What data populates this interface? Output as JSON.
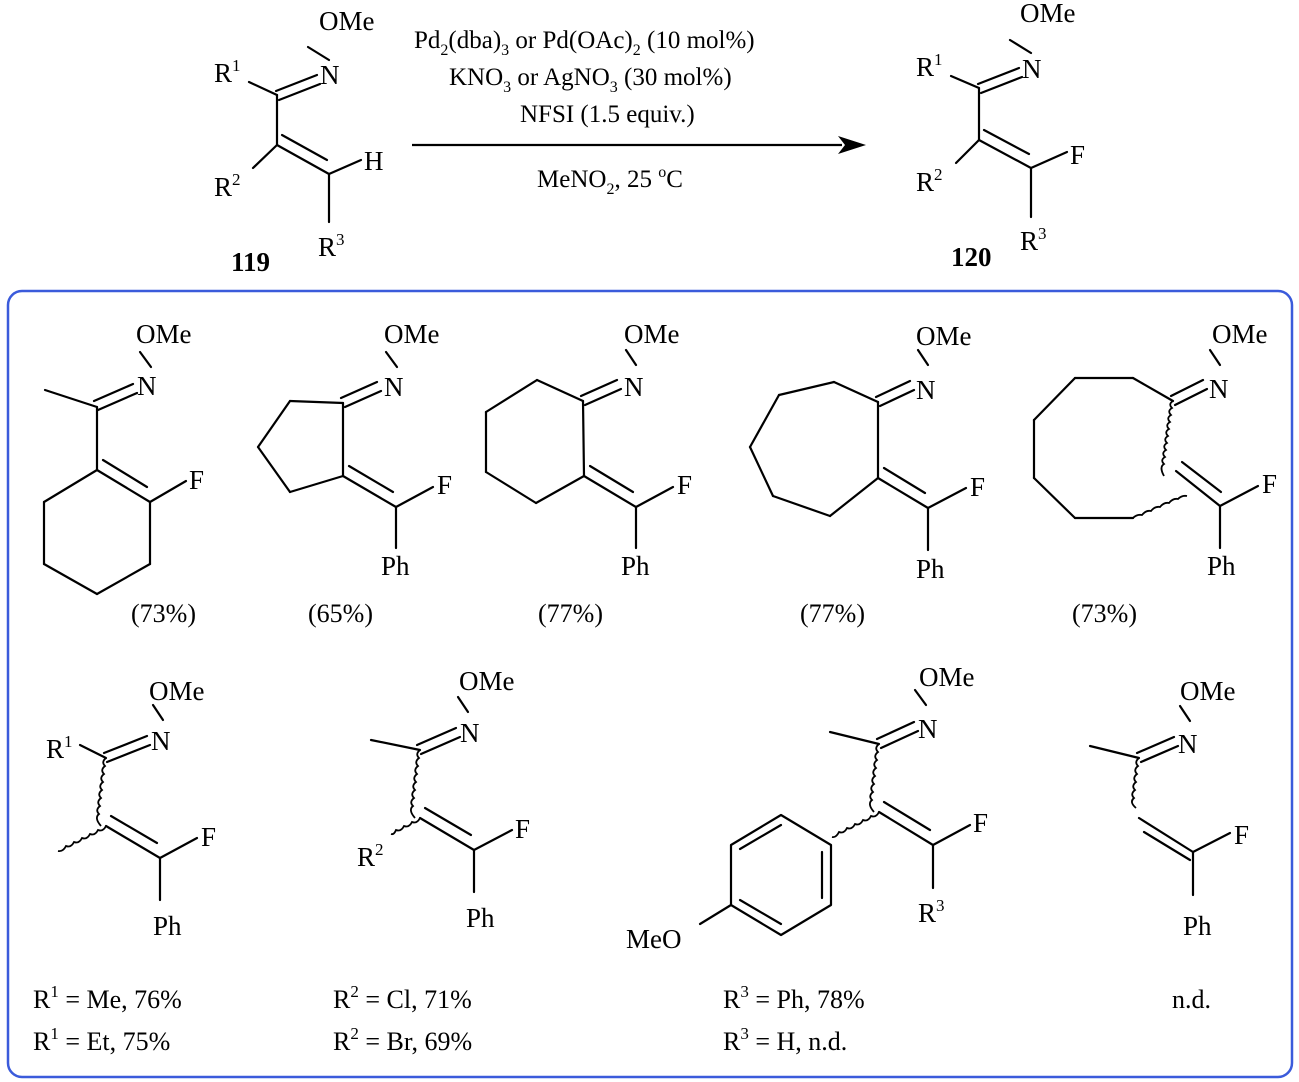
{
  "colors": {
    "frame": "#3b5bdb",
    "ink": "#000000"
  },
  "reaction": {
    "reactant": {
      "number": "119",
      "OMe": "OMe",
      "N": "N",
      "R1": "R",
      "R1_sup": "1",
      "R2": "R",
      "R2_sup": "2",
      "R3": "R",
      "R3_sup": "3",
      "H": "H"
    },
    "product": {
      "number": "120",
      "OMe": "OMe",
      "N": "N",
      "R1": "R",
      "R1_sup": "1",
      "R2": "R",
      "R2_sup": "2",
      "R3": "R",
      "R3_sup": "3",
      "F": "F"
    },
    "conditions": {
      "line1": {
        "a": "Pd",
        "a_sub": "2",
        "b": "(dba)",
        "b_sub": "3",
        "c": " or Pd(OAc)",
        "c_sub": "2",
        "d": " (10 mol%)"
      },
      "line2": {
        "a": "KNO",
        "a_sub": "3",
        "b": " or AgNO",
        "b_sub": "3",
        "c": " (30 mol%)"
      },
      "line3": "NFSI (1.5 equiv.)",
      "line4": {
        "a": "MeNO",
        "a_sub": "2",
        "b": ", 25 ",
        "c_sup": "o",
        "d": "C"
      }
    }
  },
  "row1": [
    {
      "OMe": "OMe",
      "N": "N",
      "F": "F",
      "yield": "(73%)"
    },
    {
      "OMe": "OMe",
      "N": "N",
      "F": "F",
      "Ph": "Ph",
      "yield": "(65%)"
    },
    {
      "OMe": "OMe",
      "N": "N",
      "F": "F",
      "Ph": "Ph",
      "yield": "(77%)"
    },
    {
      "OMe": "OMe",
      "N": "N",
      "F": "F",
      "Ph": "Ph",
      "yield": "(77%)"
    },
    {
      "OMe": "OMe",
      "N": "N",
      "F": "F",
      "Ph": "Ph",
      "yield": "(73%)"
    }
  ],
  "row2": [
    {
      "OMe": "OMe",
      "N": "N",
      "F": "F",
      "Ph": "Ph",
      "R": "R",
      "R_sup": "1",
      "lines": [
        {
          "R": "R",
          "sup": "1",
          "text": " = Me, 76%"
        },
        {
          "R": "R",
          "sup": "1",
          "text": " = Et, 75%"
        }
      ]
    },
    {
      "OMe": "OMe",
      "N": "N",
      "F": "F",
      "Ph": "Ph",
      "R": "R",
      "R_sup": "2",
      "lines": [
        {
          "R": "R",
          "sup": "2",
          "text": " = Cl, 71%"
        },
        {
          "R": "R",
          "sup": "2",
          "text": " = Br, 69%"
        }
      ]
    },
    {
      "OMe": "OMe",
      "N": "N",
      "F": "F",
      "MeO": "MeO",
      "R": "R",
      "R_sup": "3",
      "lines": [
        {
          "R": "R",
          "sup": "3",
          "text": " = Ph, 78%"
        },
        {
          "R": "R",
          "sup": "3",
          "text": " = H, n.d."
        }
      ]
    },
    {
      "OMe": "OMe",
      "N": "N",
      "F": "F",
      "Ph": "Ph",
      "note": "n.d."
    }
  ]
}
